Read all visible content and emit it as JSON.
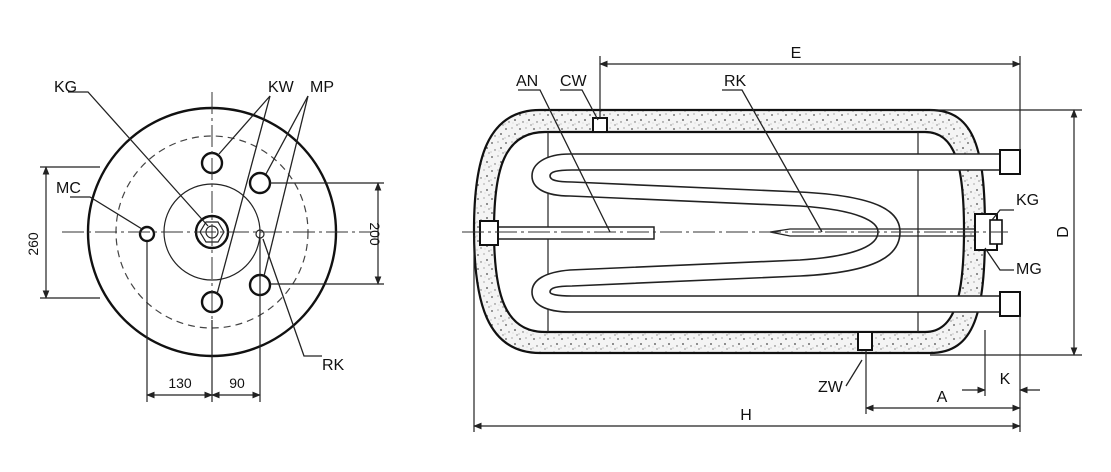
{
  "left_view": {
    "labels": {
      "kg": "KG",
      "kw": "KW",
      "mp": "MP",
      "mc": "MC",
      "rk": "RK"
    },
    "dimensions": {
      "height_left": "260",
      "height_right": "200",
      "offset_left": "130",
      "offset_right": "90"
    }
  },
  "right_view": {
    "labels": {
      "an": "AN",
      "cw": "CW",
      "rk": "RK",
      "kg": "KG",
      "mg": "MG",
      "zw": "ZW"
    },
    "dimensions": {
      "e": "E",
      "h": "H",
      "d": "D",
      "a": "A",
      "k": "K"
    }
  }
}
